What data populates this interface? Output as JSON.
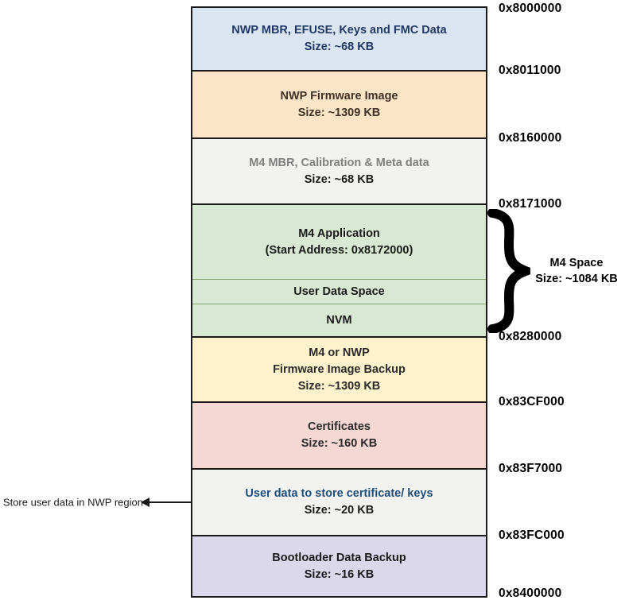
{
  "diagram": {
    "regions": {
      "nwp_mbr": {
        "title": "NWP MBR, EFUSE, Keys and FMC Data",
        "size": "Size: ~68 KB"
      },
      "nwp_fw": {
        "title": "NWP Firmware Image",
        "size": "Size: ~1309 KB"
      },
      "m4_mbr": {
        "title": "M4 MBR, Calibration & Meta data",
        "size": "Size: ~68 KB"
      },
      "m4_app": {
        "title": "M4 Application",
        "subtitle": "(Start Address: 0x8172000)"
      },
      "user_data": {
        "title": "User Data Space"
      },
      "nvm": {
        "title": "NVM"
      },
      "fw_backup": {
        "title": "M4 or NWP",
        "subtitle": "Firmware Image Backup",
        "size": "Size: ~1309 KB"
      },
      "certificates": {
        "title": "Certificates",
        "size": "Size: ~160 KB"
      },
      "user_cert": {
        "title": "User data to store certificate/ keys",
        "size": "Size: ~20 KB"
      },
      "bootloader": {
        "title": "Bootloader Data Backup",
        "size": "Size: ~16 KB"
      }
    },
    "addresses": [
      "0x8000000",
      "0x8011000",
      "0x8160000",
      "0x8171000",
      "0x8280000",
      "0x83CF000",
      "0x83F7000",
      "0x83FC000",
      "0x8400000"
    ],
    "m4_space": {
      "label": "M4 Space",
      "size": "Size: ~1084 KB"
    },
    "left_note": "Store user data in NWP region",
    "colors": {
      "nwp_mbr_bg": "#dbe5f1",
      "nwp_fw_bg": "#fce4c7",
      "m4_mbr_bg": "#f2f2f0",
      "m4_space_bg": "#d9e8d3",
      "fw_backup_bg": "#fdf2cc",
      "certificates_bg": "#f5d8d4",
      "user_cert_bg": "#f2f2f0",
      "bootloader_bg": "#dbd8eb",
      "nwp_mbr_text": "#1f3864",
      "user_cert_text": "#1f4e79",
      "m4_mbr_title_text": "#7f7f7f",
      "green_divider": "#86a46a",
      "border": "#1a1a1a"
    }
  }
}
